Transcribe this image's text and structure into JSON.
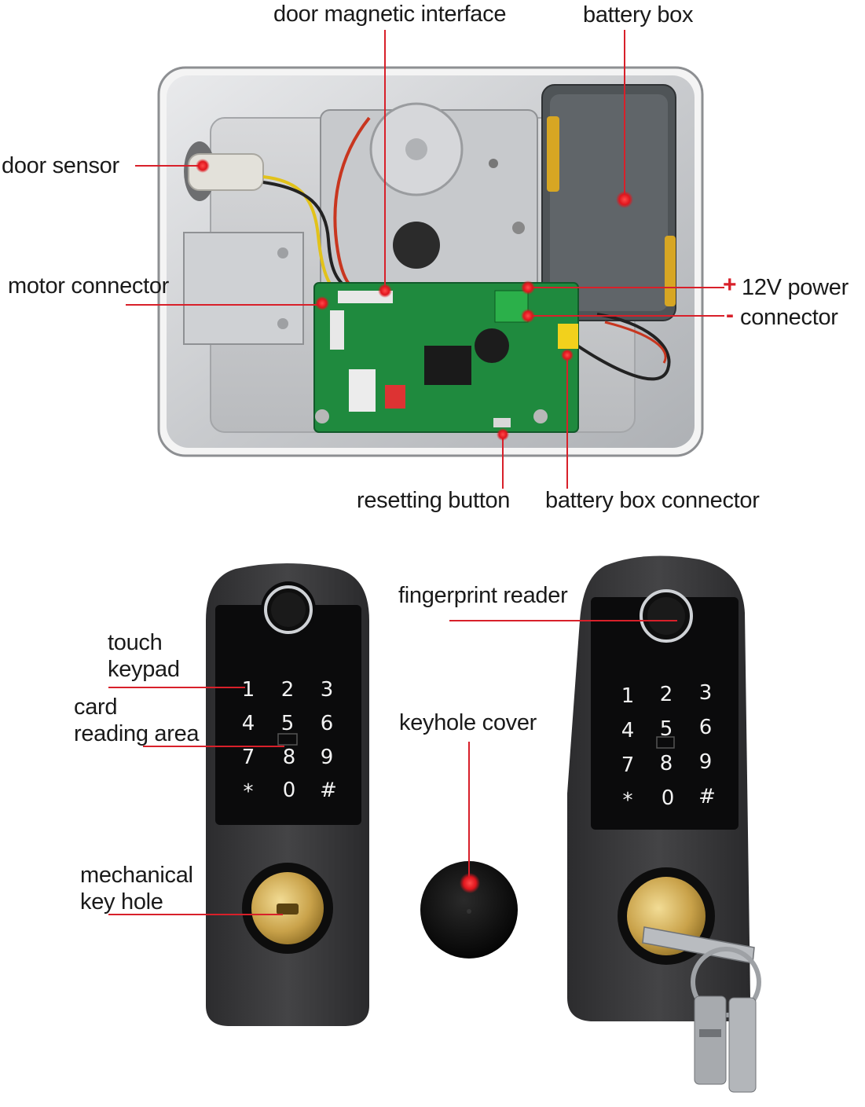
{
  "labels": {
    "door_magnetic_interface": "door magnetic interface",
    "battery_box": "battery box",
    "door_sensor": "door sensor",
    "motor_connector": "motor connector",
    "power_plus_sign": "+",
    "power_minus_sign": "-",
    "power_12v": "12V power",
    "power_connector": "connector",
    "resetting_button": "resetting button",
    "battery_box_connector": "battery box connector",
    "fingerprint_reader": "fingerprint reader",
    "touch": "touch",
    "keypad": "keypad",
    "card": "card",
    "reading_area": "reading area",
    "keyhole_cover": "keyhole cover",
    "mechanical": "mechanical",
    "key_hole": "key hole"
  },
  "keypad_keys": [
    "1",
    "2",
    "3",
    "4",
    "5",
    "6",
    "7",
    "8",
    "9",
    "*",
    "0",
    "#"
  ],
  "colors": {
    "callout": "#d8202a",
    "lock_body": "#3a3a3c",
    "keypad_panel": "#0b0b0c",
    "pcb": "#1f8a3e",
    "brass": "#c9a24a"
  }
}
